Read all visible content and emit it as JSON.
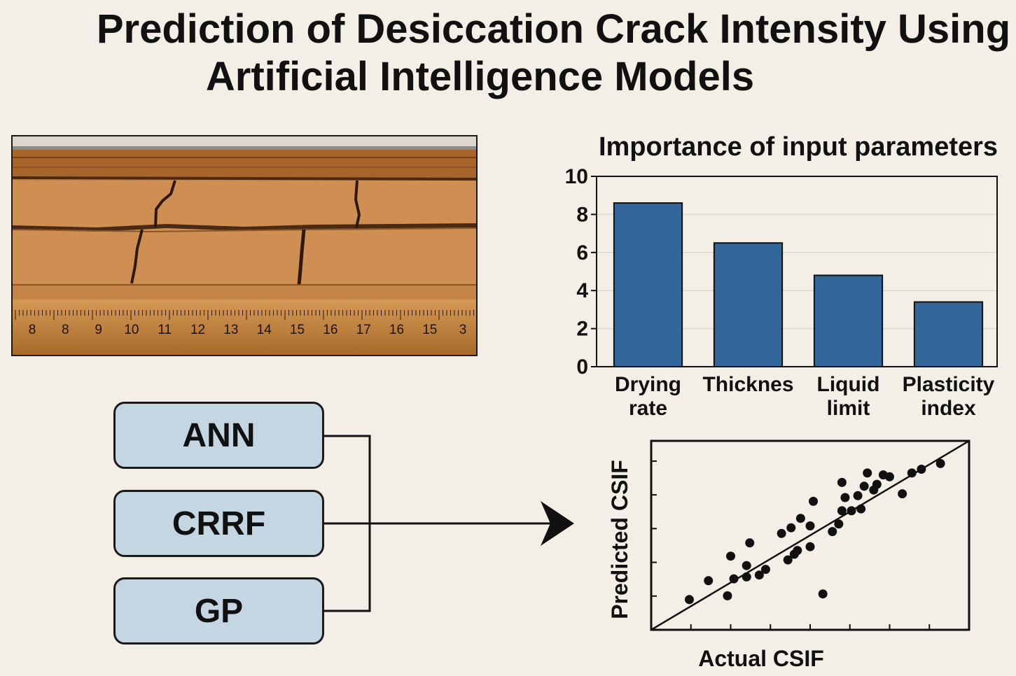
{
  "header": {
    "title_line1": "Prediction of Desiccation Crack Intensity Using",
    "title_line2": "Artificial Intelligence Models"
  },
  "photo": {
    "ruler_numbers": [
      "8",
      "8",
      "9",
      "10",
      "11",
      "12",
      "13",
      "14",
      "15",
      "16",
      "17",
      "16",
      "15",
      "3"
    ]
  },
  "models": {
    "items": [
      {
        "label": "ANN"
      },
      {
        "label": "CRRF"
      },
      {
        "label": "GP"
      }
    ]
  },
  "colors": {
    "bar_fill": "#336699",
    "box_fill": "#c5d6e3",
    "background": "#f3efe6",
    "soil": "#c98a4e"
  },
  "chart_data": [
    {
      "type": "bar",
      "title": "Importance of input parameters",
      "categories": [
        "Drying rate",
        "Thicknes",
        "Liquid limit",
        "Plasticity index"
      ],
      "category_lines": [
        [
          "Drying",
          "rate"
        ],
        [
          "Thicknes"
        ],
        [
          "Liquid",
          "limit"
        ],
        [
          "Plasticity",
          "index"
        ]
      ],
      "values": [
        8.6,
        6.5,
        4.8,
        3.4
      ],
      "ylim": [
        0,
        10
      ],
      "yticks": [
        "0",
        "2",
        "4",
        "6",
        "8",
        "10"
      ],
      "grid": true
    },
    {
      "type": "scatter",
      "xlabel": "Actual CSIF",
      "ylabel": "Predicted CSIF",
      "xlim": [
        0,
        10
      ],
      "ylim": [
        0,
        10
      ],
      "reference_line": "y = x",
      "x": [
        1.2,
        1.8,
        2.4,
        2.5,
        2.6,
        3.0,
        3.0,
        3.1,
        3.4,
        3.6,
        4.1,
        4.3,
        4.4,
        4.5,
        4.6,
        4.7,
        5.0,
        5.0,
        5.1,
        5.4,
        5.7,
        5.9,
        6.0,
        6.0,
        6.1,
        6.3,
        6.5,
        6.6,
        6.7,
        6.8,
        7.0,
        7.1,
        7.3,
        7.5,
        7.9,
        8.2,
        8.5,
        9.1
      ],
      "y": [
        1.6,
        2.6,
        1.8,
        3.9,
        2.7,
        3.4,
        2.8,
        4.6,
        2.9,
        3.2,
        5.1,
        3.7,
        5.4,
        4.0,
        4.2,
        5.9,
        4.4,
        5.5,
        6.8,
        1.9,
        5.2,
        5.6,
        6.3,
        7.8,
        7.0,
        6.3,
        7.1,
        6.4,
        7.6,
        8.3,
        7.4,
        7.7,
        8.2,
        8.1,
        7.2,
        8.3,
        8.5,
        8.8
      ]
    }
  ]
}
